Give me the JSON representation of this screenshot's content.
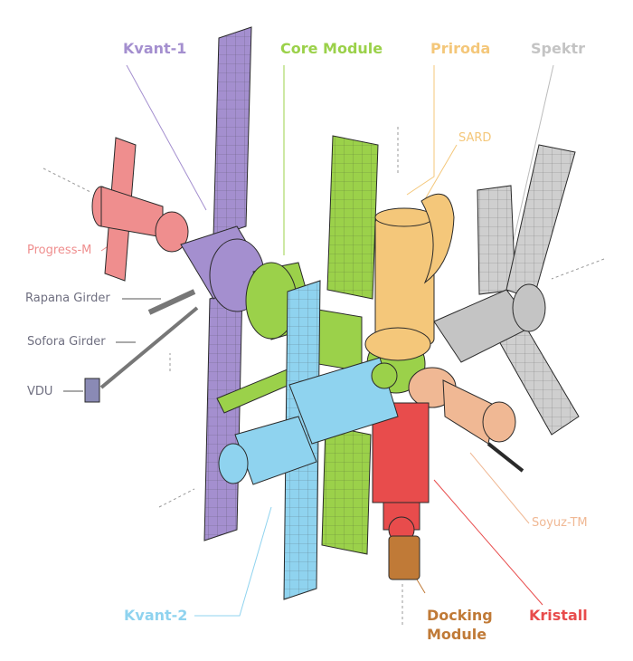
{
  "labels": {
    "kvant1": "Kvant-1",
    "core_module": "Core Module",
    "priroda": "Priroda",
    "spektr": "Spektr",
    "sard": "SARD",
    "progress_m": "Progress-M",
    "rapana_girder": "Rapana Girder",
    "sofora_girder": "Sofora Girder",
    "vdu": "VDU",
    "soyuz_tm": "Soyuz-TM",
    "kvant2": "Kvant-2",
    "docking_module_line1": "Docking",
    "docking_module_line2": "Module",
    "kristall": "Kristall"
  },
  "colors": {
    "kvant1": "#a48fcf",
    "core_module": "#9bd14a",
    "priroda": "#f4c77a",
    "spektr": "#c4c4c4",
    "sard": "#f4c77a",
    "progress_m": "#ef8e8e",
    "neutral_label": "#6f6f80",
    "soyuz_tm": "#f0b894",
    "kvant2": "#8fd3ef",
    "docking_module": "#c07a37",
    "kristall": "#e84c4c",
    "outline": "#2a2a2a"
  }
}
